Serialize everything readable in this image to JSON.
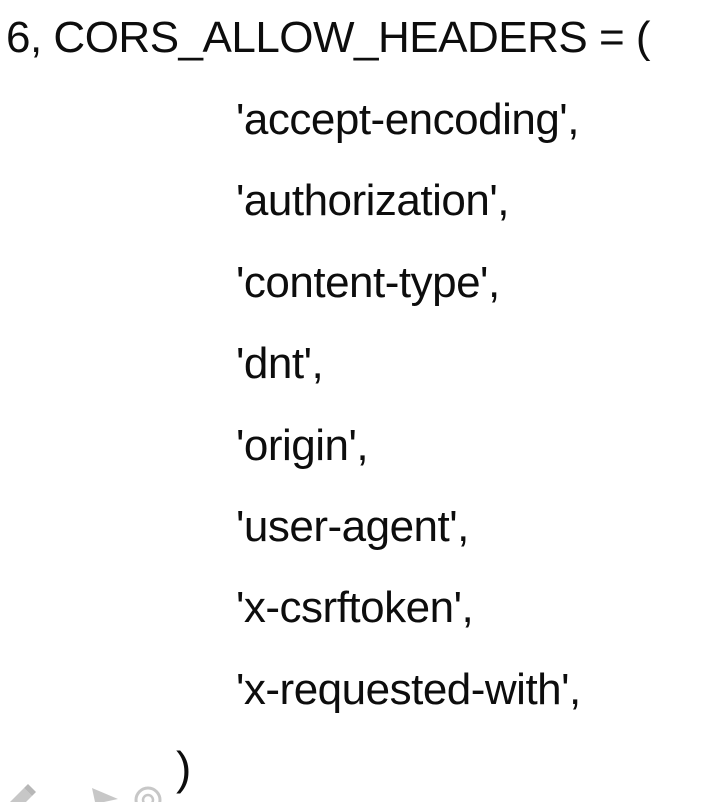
{
  "code": {
    "lines": [
      "6, CORS_ALLOW_HEADERS = (",
      "'accept-encoding',",
      "'authorization',",
      "'content-type',",
      "'dnt',",
      "'origin',",
      "'user-agent',",
      "'x-csrftoken',",
      "'x-requested-with',",
      ")"
    ]
  },
  "overlay": {
    "icons": [
      "pen-icon",
      "arrow-pointer-icon",
      "target-icon"
    ],
    "color": "#9a9a9a"
  }
}
